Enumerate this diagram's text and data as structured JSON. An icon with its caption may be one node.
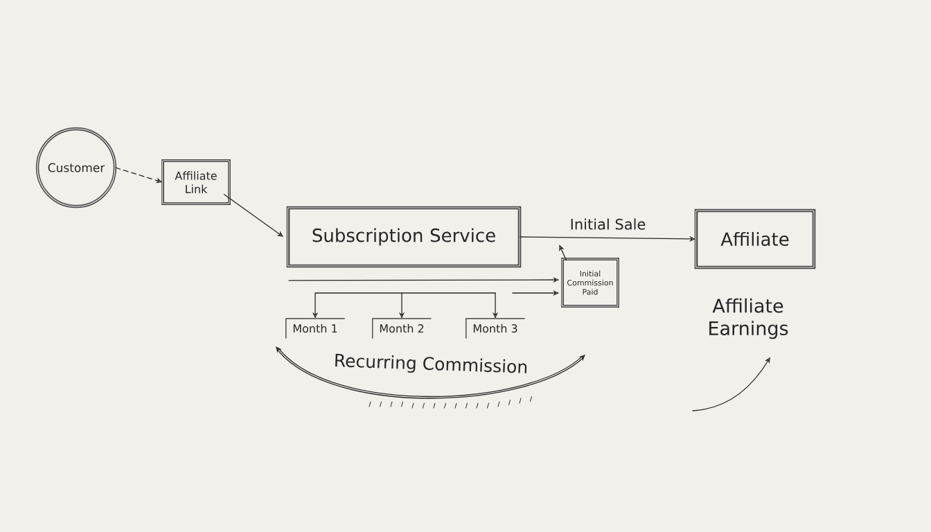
{
  "diagram": {
    "nodes": [
      {
        "text": [
          "Customer"
        ]
      },
      {
        "text": [
          "Affiliate Link"
        ]
      },
      {
        "text": [
          "Subscription Service"
        ]
      },
      {
        "text": [
          "Affiliate"
        ]
      },
      {
        "text": [
          "Initial Commission Paid"
        ]
      },
      {
        "text": [
          "Month 1"
        ]
      },
      {
        "text": [
          "Month 2"
        ]
      },
      {
        "text": [
          "Month 3"
        ]
      },
      {
        "text": [
          "Affiliate Earnings"
        ]
      }
    ],
    "edges": [
      {
        "from": 0,
        "to": 1,
        "arrow": "to",
        "style": "dashed"
      },
      {
        "from": 1,
        "to": 2,
        "arrow": "to"
      },
      {
        "from": 2,
        "to": 3,
        "arrow": "to",
        "label": "Initial Sale"
      },
      {
        "from": 4,
        "to": null,
        "arrow": "to"
      },
      {
        "from": 2,
        "to": 4,
        "arrow": "to"
      },
      {
        "from": null,
        "to": 4,
        "arrow": "to"
      },
      {
        "from": null,
        "to": 5,
        "arrow": "to"
      },
      {
        "from": null,
        "to": 6,
        "arrow": "to"
      },
      {
        "from": null,
        "to": 7,
        "arrow": "to"
      },
      {
        "from": null,
        "to": 8,
        "arrow": "to"
      }
    ],
    "labels": [
      "Recurring Commission"
    ]
  }
}
